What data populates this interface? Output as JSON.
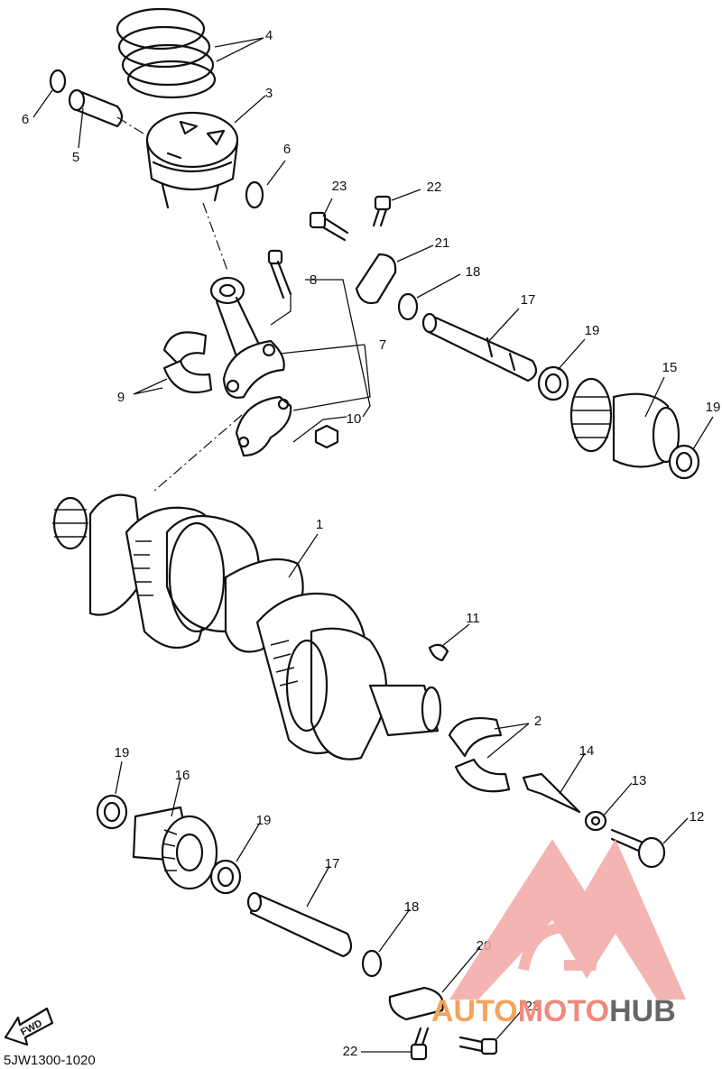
{
  "diagram": {
    "drawing_code": "5JW1300-1020",
    "fwd_label": "FWD",
    "callouts": [
      "1",
      "2",
      "3",
      "4",
      "5",
      "6",
      "6",
      "7",
      "8",
      "9",
      "10",
      "11",
      "12",
      "13",
      "14",
      "15",
      "16",
      "17",
      "17",
      "18",
      "18",
      "19",
      "19",
      "19",
      "19",
      "20",
      "21",
      "22",
      "22",
      "23",
      "23"
    ]
  },
  "watermark": {
    "part1": "AUTO",
    "part2": "MOTO",
    "part3": "HUB",
    "colors": {
      "logo": "#f3a7a4",
      "auto": "#f5a35a",
      "moto": "#f08a7d",
      "hub": "#666666"
    }
  }
}
